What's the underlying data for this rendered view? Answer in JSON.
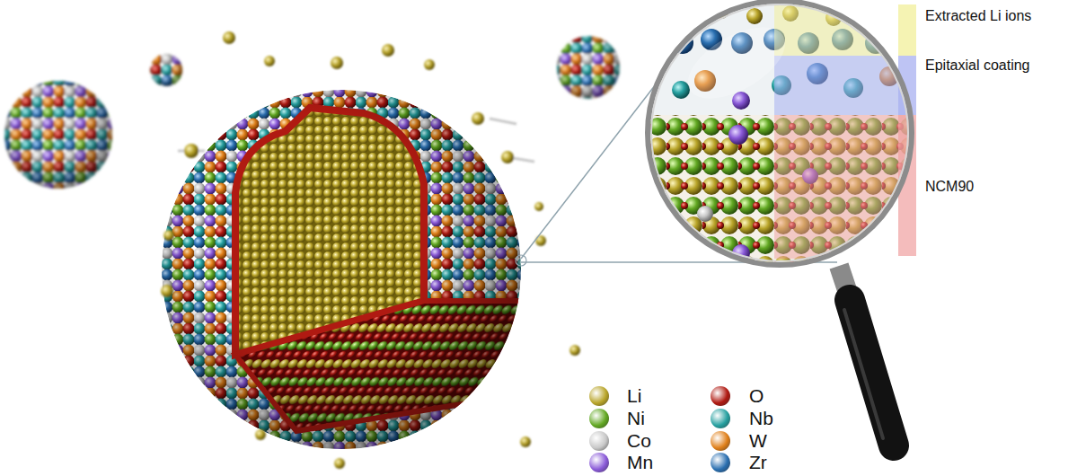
{
  "diagram": {
    "labels": [
      "Extracted Li ions",
      "Epitaxial coating",
      "NCM90"
    ],
    "legend": [
      {
        "text": "Li",
        "color": "#b9a52a"
      },
      {
        "text": "O",
        "color": "#b01a12"
      },
      {
        "text": "Ni",
        "color": "#62a823"
      },
      {
        "text": "Nb",
        "color": "#26a0a0"
      },
      {
        "text": "Co",
        "color": "#c8c8c8"
      },
      {
        "text": "W",
        "color": "#e0801a"
      },
      {
        "text": "Mn",
        "color": "#8a5ad8"
      },
      {
        "text": "Zr",
        "color": "#2a6fb0"
      }
    ]
  }
}
